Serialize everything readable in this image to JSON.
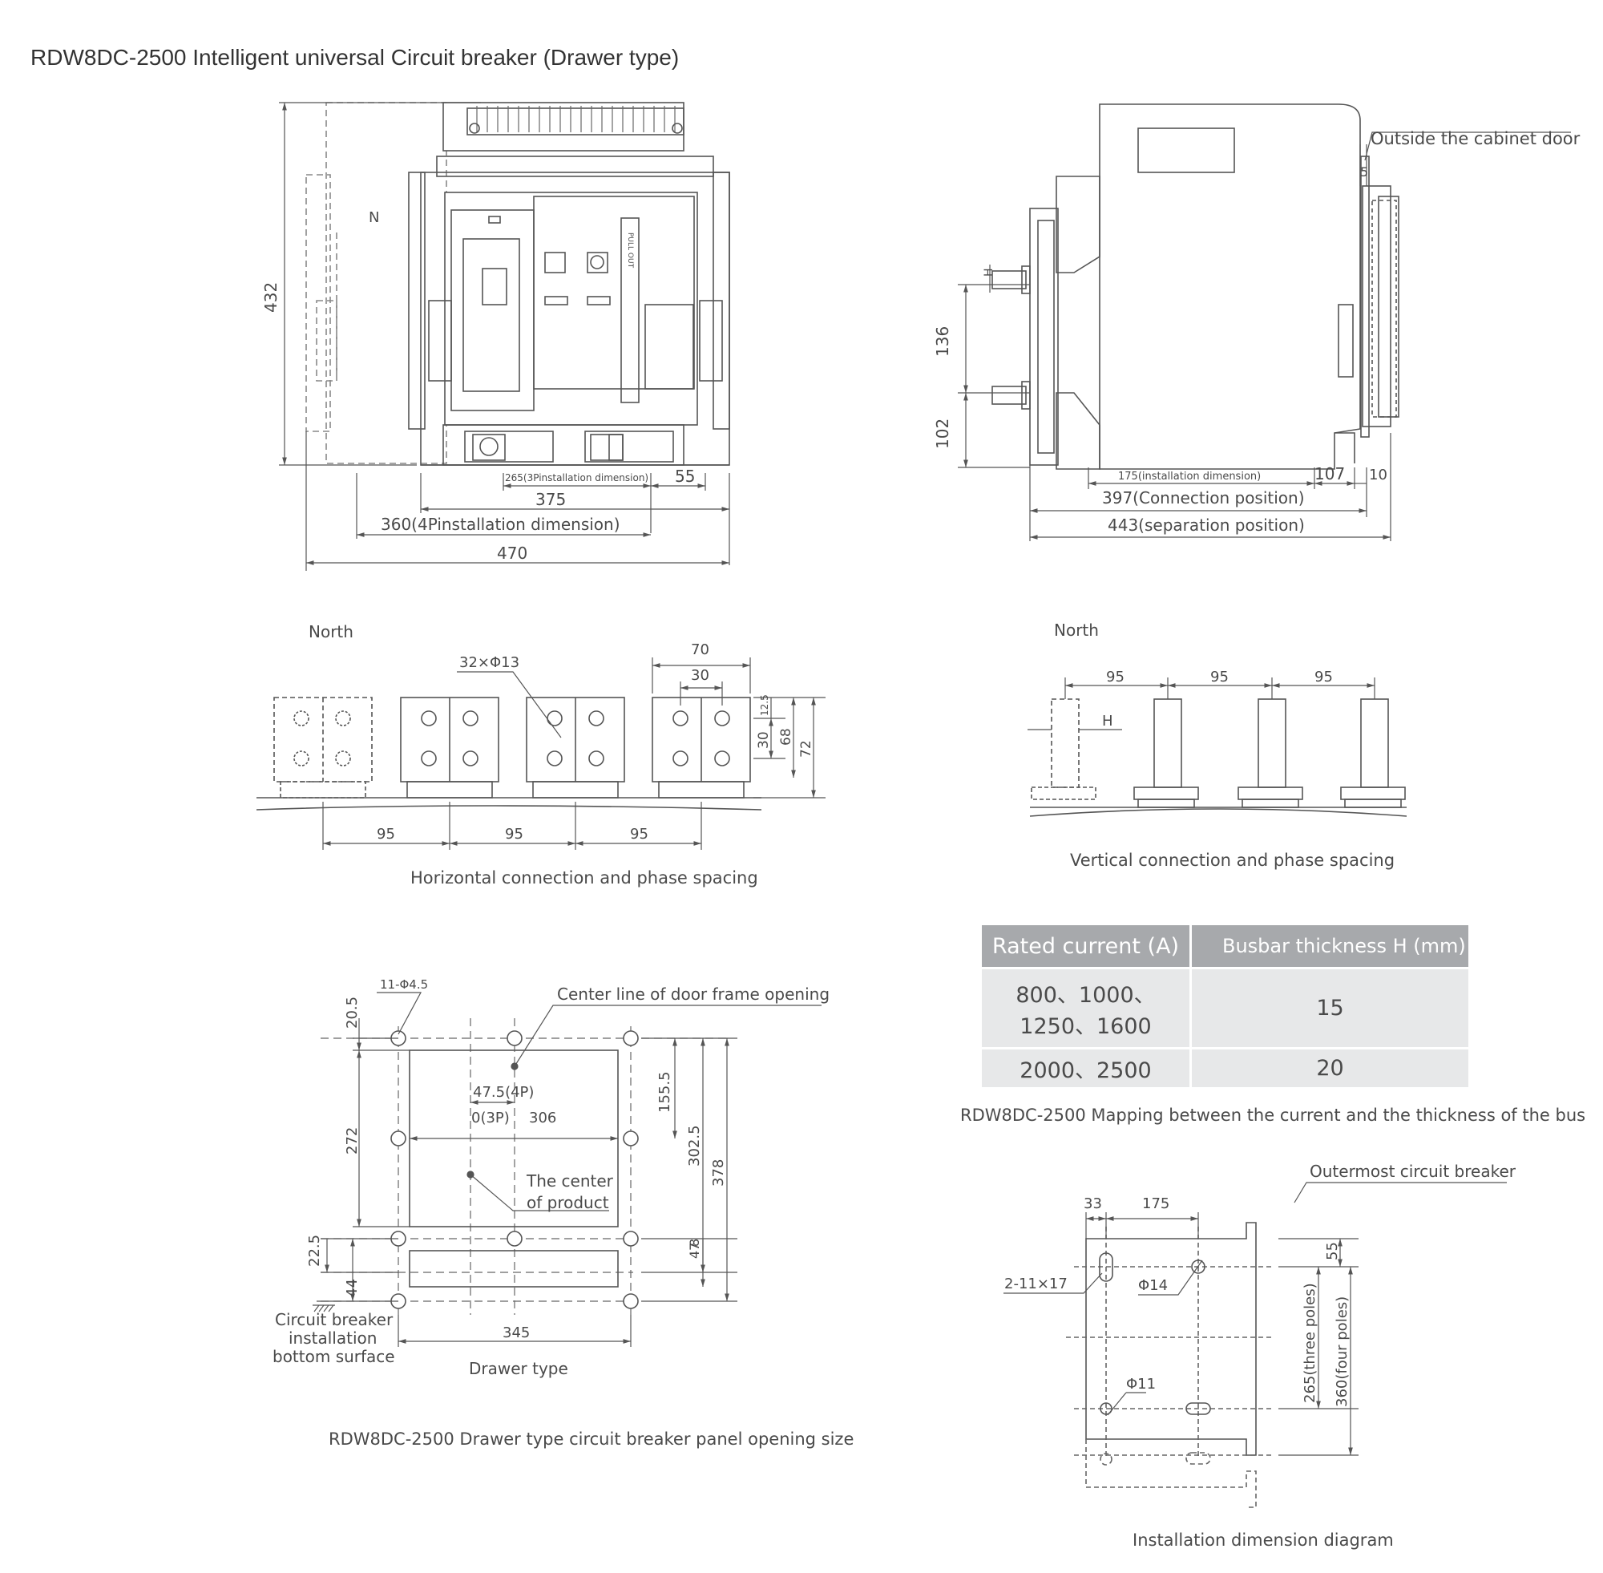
{
  "title": "RDW8DC-2500 Intelligent universal Circuit breaker (Drawer type)",
  "front_view": {
    "dims": {
      "height": "432",
      "d265": "265(3Pinstallation dimension)",
      "d55": "55",
      "d375": "375",
      "d360": "360(4Pinstallation dimension)",
      "d470": "470"
    },
    "labels": {
      "n": "N",
      "pull_out": "PULL OUT"
    }
  },
  "side_view": {
    "door_label": "Outside the cabinet door",
    "dims": {
      "d5": "5",
      "h": "H",
      "d136": "136",
      "d102": "102",
      "d175": "175(installation dimension)",
      "d107": "107",
      "d10": "10",
      "d397": "397(Connection position)",
      "d443": "443(separation position)"
    }
  },
  "horizontal": {
    "north": "North",
    "dims": {
      "holes": "32×Φ13",
      "d70": "70",
      "d30a": "30",
      "d12_5": "12.5",
      "d30b": "30",
      "d68": "68",
      "d72": "72",
      "sp1": "95",
      "sp2": "95",
      "sp3": "95"
    },
    "caption": "Horizontal connection and phase spacing"
  },
  "vertical": {
    "north": "North",
    "dims": {
      "sp1": "95",
      "sp2": "95",
      "sp3": "95",
      "h": "H"
    },
    "caption": "Vertical connection and phase spacing"
  },
  "bus_table": {
    "headers": [
      "Rated current (A)",
      "Busbar thickness H (mm)"
    ],
    "rows": [
      {
        "current_line1": "800、1000、",
        "current_line2": "1250、1600",
        "thickness": "15"
      },
      {
        "current_line1": "2000、2500",
        "current_line2": "",
        "thickness": "20"
      }
    ],
    "caption": "RDW8DC-2500 Mapping between the current and the thickness of the bus"
  },
  "panel": {
    "dims": {
      "holes": "11-Φ4.5",
      "d20_5": "20.5",
      "d272": "272",
      "d47_5": "47.5(4P)",
      "d0": "0(3P)",
      "d306": "306",
      "d155_5": "155.5",
      "d302_5": "302.5",
      "d378": "378",
      "d22_5": "22.5",
      "d44": "44",
      "d47": "47",
      "d8": "8",
      "d345": "345"
    },
    "labels": {
      "center_line": "Center line of door frame opening",
      "center_product_1": "The center",
      "center_product_2": "of product",
      "bottom_1": "Circuit breaker",
      "bottom_2": "installation",
      "bottom_3": "bottom surface",
      "drawer_type": "Drawer type"
    },
    "caption": "RDW8DC-2500 Drawer type circuit breaker panel opening size"
  },
  "install": {
    "dims": {
      "d33": "33",
      "d175": "175",
      "slot": "2-11×17",
      "phi14": "Φ14",
      "phi11": "Φ11",
      "d55": "55",
      "d265": "265(three poles)",
      "d360": "360(four poles)"
    },
    "labels": {
      "outermost": "Outermost circuit breaker"
    },
    "caption": "Installation dimension diagram"
  }
}
